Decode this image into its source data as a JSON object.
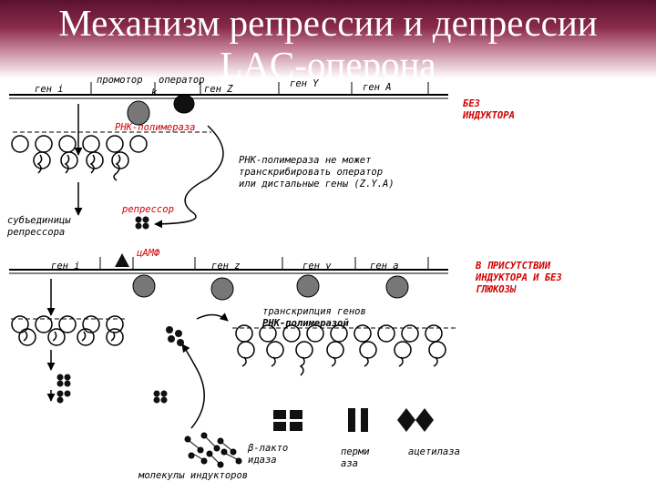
{
  "slide": {
    "title_line1": "Механизм репрессии и депрессии",
    "title_line2": "LAC-оперона",
    "colors": {
      "title_band": "#7a1f3d",
      "accent_red": "#d10000",
      "ink": "#000000",
      "blob_fill": "#666666"
    }
  },
  "top_panel": {
    "gene_i": "ген i",
    "promoter": "промотор",
    "operator": "оператор",
    "gene_z": "ген Z",
    "gene_y": "ген Y",
    "gene_a": "ген A",
    "k": "k",
    "condition": [
      "БЕЗ",
      "ИНДУКТОРА"
    ],
    "rna_polymerase": "РНК-полимераза",
    "note": [
      "РНК-полимераза не может",
      "транскрибировать оператор",
      "или дистальные гены (Z.Y.A)"
    ],
    "repressor": "репрессор",
    "subunits": [
      "субъединицы",
      "репрессора"
    ]
  },
  "bottom_panel": {
    "camp": "цАМФ",
    "gene_i": "ген i",
    "gene_z": "ген z",
    "gene_y": "ген y",
    "gene_a": "ген a",
    "condition": [
      "В ПРИСУТСТВИИ",
      "ИНДУКТОРА И БЕЗ",
      "ГЛЮКОЗЫ"
    ],
    "transcription": [
      "транскрипция генов",
      "РНК-полимеразой"
    ],
    "enzymes": [
      {
        "name": [
          "β-лакто",
          "идаза"
        ]
      },
      {
        "name": [
          "перми",
          "аза"
        ]
      },
      {
        "name": [
          "ацетилаза"
        ]
      }
    ],
    "inducer_molecules": "молекулы индукторов"
  }
}
